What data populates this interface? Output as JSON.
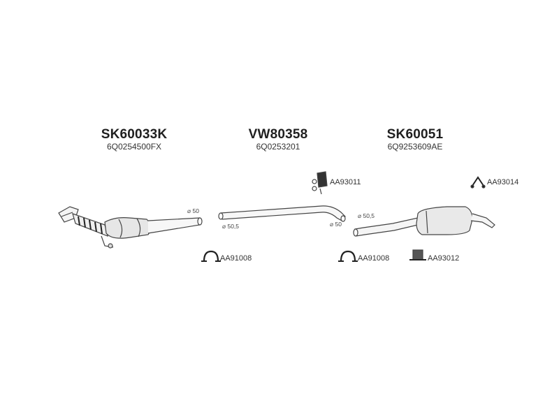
{
  "groups": [
    {
      "code": "SK60033K",
      "oem": "6Q0254500FX"
    },
    {
      "code": "VW80358",
      "oem": "6Q0253201"
    },
    {
      "code": "SK60051",
      "oem": "6Q9253609AE"
    }
  ],
  "accessories": {
    "mount_mid": "AA93011",
    "hanger_rear": "AA93014",
    "clamp_front": "AA91008",
    "clamp_mid": "AA91008",
    "bracket_rear": "AA93012"
  },
  "diameters": {
    "cat_outlet": "⌀ 50",
    "mid_inlet": "⌀ 50,5",
    "mid_outlet": "⌀ 50",
    "rear_inlet": "⌀ 50,5"
  }
}
